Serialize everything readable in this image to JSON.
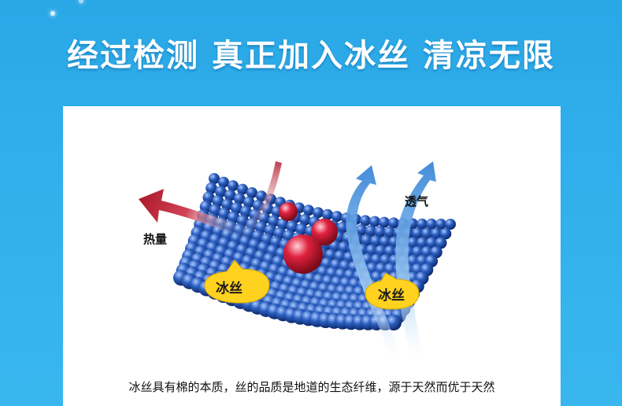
{
  "headline": "经过检测 真正加入冰丝 清凉无限",
  "diagram": {
    "heat_label": "热量",
    "breath_label": "透气",
    "bubble_left": "冰丝",
    "bubble_right": "冰丝"
  },
  "caption": "冰丝具有棉的本质，丝的品质是地道的生态纤维，源于天然而优于天然",
  "colors": {
    "background": "#2fb0ec",
    "heat_arrow": "#b01c2e",
    "air_arrow": "#3a8fe0",
    "bead": "#1f4fa8",
    "bubble": "#ffd21f"
  },
  "icons": [
    "heat-arrow-icon",
    "airflow-arrow-icon",
    "red-bead-icon"
  ]
}
